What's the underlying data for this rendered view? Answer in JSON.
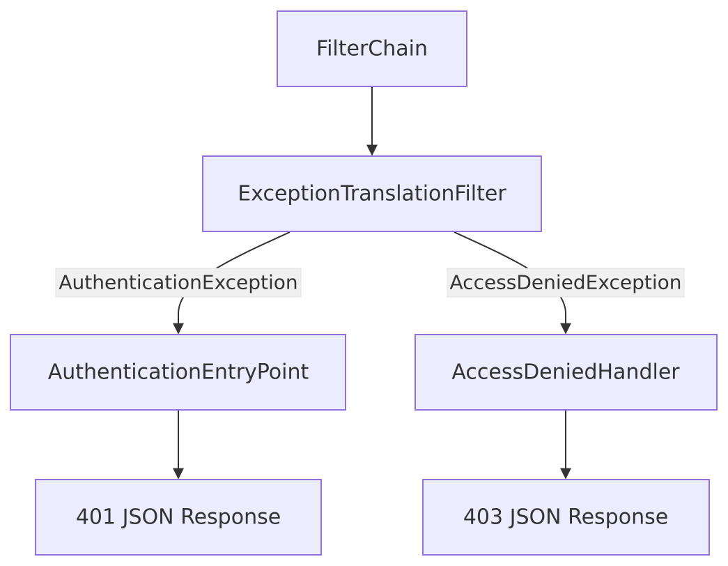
{
  "diagram": {
    "nodes": {
      "filter_chain": "FilterChain",
      "exception_translation_filter": "ExceptionTranslationFilter",
      "authentication_entry_point": "AuthenticationEntryPoint",
      "access_denied_handler": "AccessDeniedHandler",
      "response_401": "401 JSON Response",
      "response_403": "403 JSON Response"
    },
    "edges": {
      "authentication_exception": "AuthenticationException",
      "access_denied_exception": "AccessDeniedException"
    },
    "colors": {
      "node_fill": "#ececff",
      "node_border": "#9370db",
      "edge": "#333333",
      "label_bg": "#f0f0f0"
    }
  }
}
